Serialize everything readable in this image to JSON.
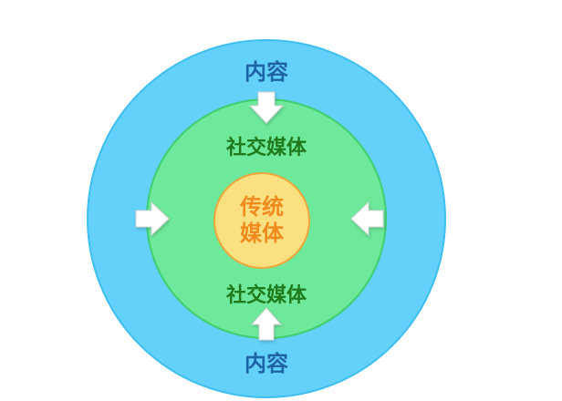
{
  "diagram": {
    "outer_label_top": "内容",
    "outer_label_bottom": "内容",
    "middle_label_top": "社交媒体",
    "middle_label_bottom": "社交媒体",
    "center_label_line1": "传统",
    "center_label_line2": "媒体",
    "arrows": {
      "top": "down-arrow-icon",
      "bottom": "up-arrow-icon",
      "left": "right-arrow-icon",
      "right": "left-arrow-icon"
    },
    "colors": {
      "outer_fill": "#63d1fa",
      "outer_stroke": "#3fbff0",
      "middle_fill": "#6ee89a",
      "middle_stroke": "#3fcf6f",
      "center_fill": "#fbe082",
      "center_stroke": "#f0a63a",
      "outer_text": "#1f64a6",
      "middle_text": "#1f7a1c",
      "center_text": "#f08a1d",
      "arrow_fill": "#ffffff",
      "arrow_stroke": "#d7d7d7"
    }
  }
}
